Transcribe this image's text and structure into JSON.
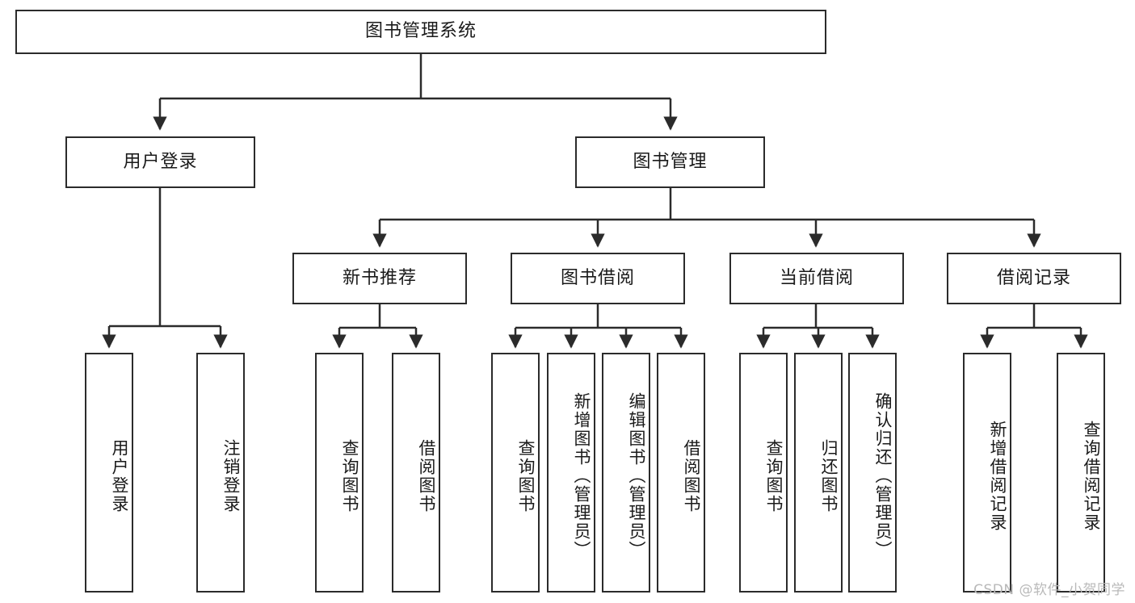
{
  "diagram": {
    "type": "tree-hierarchy-chart",
    "title": "图书管理系统",
    "watermark": "CSDN @软件_小贺同学",
    "colors": {
      "box_border": "#2b2b2b",
      "box_fill": "#ffffff",
      "edge": "#2b2b2b",
      "text": "#1a1a1a",
      "watermark": "#b9b9b9"
    },
    "levels": {
      "root": {
        "label": "图书管理系统"
      },
      "level2": [
        {
          "label": "用户登录"
        },
        {
          "label": "图书管理"
        }
      ],
      "level3": [
        {
          "label": "新书推荐"
        },
        {
          "label": "图书借阅"
        },
        {
          "label": "当前借阅"
        },
        {
          "label": "借阅记录"
        }
      ],
      "leaves": {
        "user_login": [
          {
            "label": "用户登录"
          },
          {
            "label": "注销登录"
          }
        ],
        "new_book_recommend": [
          {
            "label": "查询图书"
          },
          {
            "label": "借阅图书"
          }
        ],
        "book_borrow": [
          {
            "label": "查询图书"
          },
          {
            "label": "新增图书（管理员）"
          },
          {
            "label": "编辑图书（管理员）"
          },
          {
            "label": "借阅图书"
          }
        ],
        "current_borrow": [
          {
            "label": "查询图书"
          },
          {
            "label": "归还图书"
          },
          {
            "label": "确认归还（管理员）"
          }
        ],
        "borrow_record": [
          {
            "label": "新增借阅记录"
          },
          {
            "label": "查询借阅记录"
          }
        ]
      }
    }
  }
}
